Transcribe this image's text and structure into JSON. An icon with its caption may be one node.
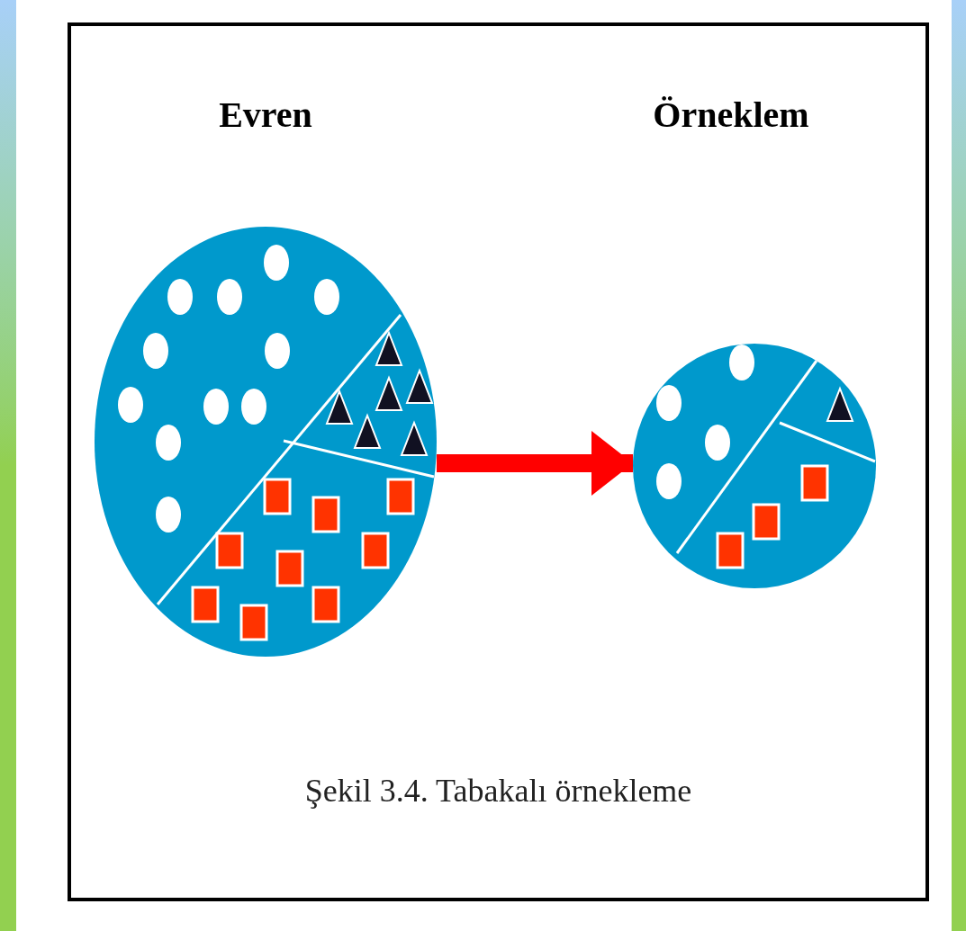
{
  "diagram": {
    "caption": "Şekil 3.4. Tabakalı örnekleme",
    "nodes": [
      {
        "text": [],
        "shape": "circle"
      },
      {
        "text": [],
        "shape": "circle"
      }
    ],
    "edges": [
      {
        "from": 0,
        "to": 1,
        "arrow": "to",
        "color": "#ff0000"
      }
    ],
    "labels": [
      "Evren",
      "Örneklem"
    ]
  }
}
